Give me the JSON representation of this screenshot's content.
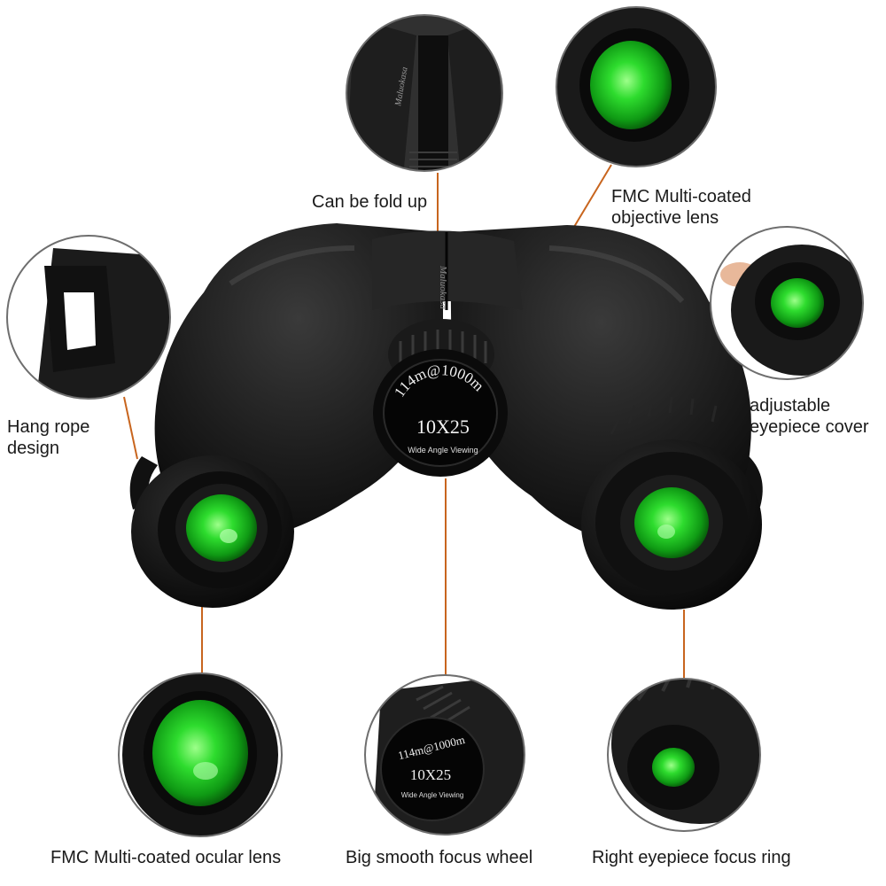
{
  "product": {
    "brand_mark": "Maluokasa",
    "dial_ring_text": "114m@1000m",
    "dial_model": "10X25",
    "dial_subtext": "Wide Angle Viewing"
  },
  "labels": {
    "fold": "Can be fold up",
    "objective_line1": "FMC Multi-coated",
    "objective_line2": "objective lens",
    "hang_line1": "Hang rope",
    "hang_line2": "design",
    "eyecup_line1": "adjustable",
    "eyecup_line2": "eyepiece cover",
    "ocular": "FMC Multi-coated ocular lens",
    "focus_wheel": "Big smooth focus wheel",
    "right_ring": "Right eyepiece focus ring"
  },
  "colors": {
    "leader_line": "#c8651e",
    "lens_green": "#1fc41f",
    "body_black": "#141414",
    "callout_border": "#6e6e6e"
  }
}
